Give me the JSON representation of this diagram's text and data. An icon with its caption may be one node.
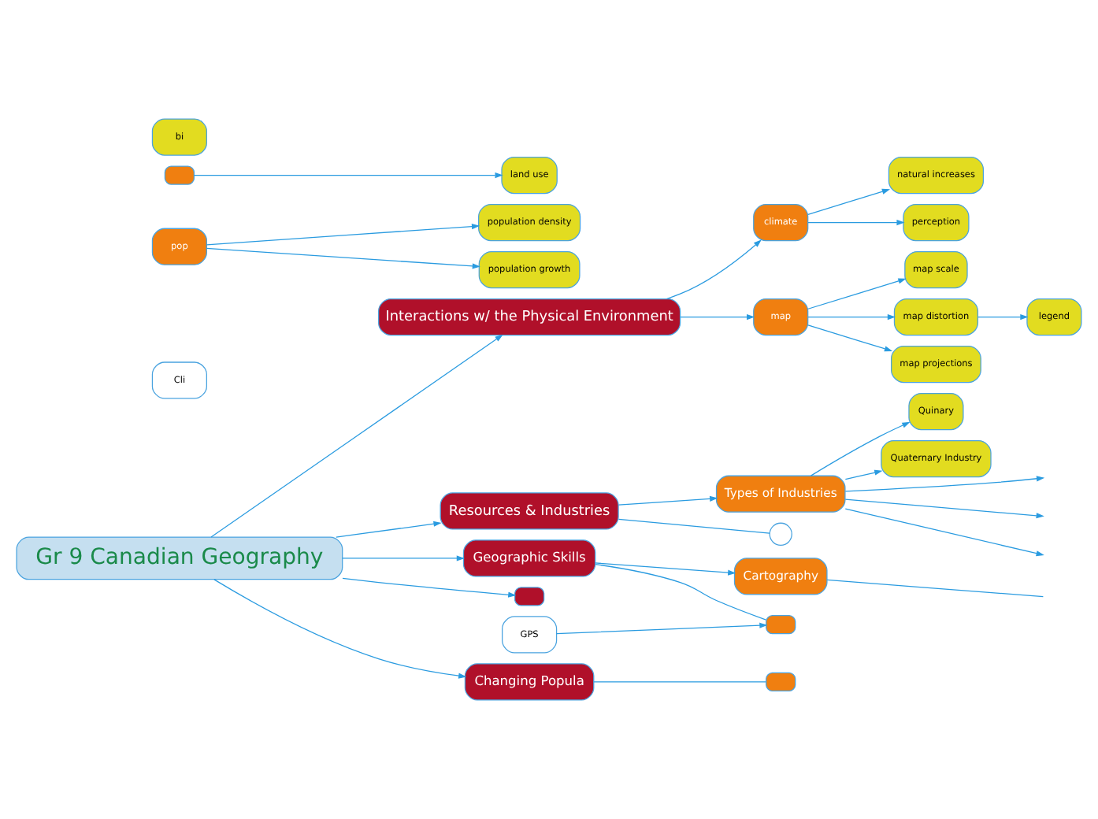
{
  "diagram": {
    "nodes": [
      {
        "text": [
          "Gr 9 Canadian Geography"
        ]
      },
      {
        "text": [
          "Interactions w/ the Physical Environment"
        ]
      },
      {
        "text": [
          "climate"
        ]
      },
      {
        "text": [
          "natural increases"
        ]
      },
      {
        "text": [
          "perception"
        ]
      },
      {
        "text": [
          "map"
        ]
      },
      {
        "text": [
          "map scale"
        ]
      },
      {
        "text": [
          "map distortion"
        ]
      },
      {
        "text": [
          "map projections"
        ]
      },
      {
        "text": [
          "legend"
        ]
      },
      {
        "text": [
          "Resources & Industries"
        ]
      },
      {
        "text": [
          "Types of Industries"
        ]
      },
      {
        "text": [
          "Quinary"
        ]
      },
      {
        "text": [
          "Quaternary Industry"
        ]
      },
      {
        "text": [
          "Geographic Skills"
        ]
      },
      {
        "text": [
          "Cartography"
        ]
      },
      {
        "text": [
          "GPS"
        ]
      },
      {
        "text": [],
        "shape": "box"
      },
      {
        "text": [
          "Cli"
        ]
      },
      {
        "text": [
          "population density"
        ]
      },
      {
        "text": [
          "pop"
        ]
      },
      {
        "text": [
          "population growth"
        ]
      },
      {
        "text": [],
        "shape": "box"
      },
      {
        "text": [
          "land use"
        ]
      },
      {
        "text": [],
        "shape": "box"
      },
      {
        "text": [
          "Changing Popula"
        ]
      },
      {
        "text": [],
        "shape": "box"
      },
      {
        "text": [
          "bi"
        ]
      },
      {
        "text": [],
        "shape": "circle"
      }
    ],
    "edges": [
      {
        "from": 0,
        "to": 1,
        "arrow": "to"
      },
      {
        "from": 1,
        "to": 2,
        "arrow": "to"
      },
      {
        "from": 2,
        "to": 3,
        "arrow": "to"
      },
      {
        "from": 2,
        "to": 4,
        "arrow": "to"
      },
      {
        "from": 1,
        "to": 5,
        "arrow": "to"
      },
      {
        "from": 5,
        "to": 6,
        "arrow": "to"
      },
      {
        "from": 5,
        "to": 7,
        "arrow": "to"
      },
      {
        "from": 5,
        "to": 8,
        "arrow": "to"
      },
      {
        "from": 7,
        "to": 9,
        "arrow": "to"
      },
      {
        "from": 0,
        "to": 10,
        "arrow": "to"
      },
      {
        "from": 10,
        "to": 28,
        "arrow": "none"
      },
      {
        "from": 10,
        "to": 11,
        "arrow": "to"
      },
      {
        "from": 11,
        "to": 12,
        "arrow": "to"
      },
      {
        "from": 11,
        "to": 13,
        "arrow": "to"
      },
      {
        "from": 11,
        "to": null,
        "arrow": "to"
      },
      {
        "from": 11,
        "to": null,
        "arrow": "to"
      },
      {
        "from": 11,
        "to": null,
        "arrow": "to"
      },
      {
        "from": 0,
        "to": 14,
        "arrow": "to"
      },
      {
        "from": 14,
        "to": 15,
        "arrow": "to"
      },
      {
        "from": 15,
        "to": null,
        "arrow": "none"
      },
      {
        "from": 14,
        "to": 17,
        "arrow": "none"
      },
      {
        "from": 16,
        "to": 17,
        "arrow": "to"
      },
      {
        "from": 20,
        "to": 19,
        "arrow": "to"
      },
      {
        "from": 20,
        "to": 21,
        "arrow": "to"
      },
      {
        "from": 0,
        "to": 22,
        "arrow": "to"
      },
      {
        "from": 24,
        "to": 23,
        "arrow": "to"
      },
      {
        "from": 0,
        "to": 25,
        "arrow": "to"
      },
      {
        "from": 25,
        "to": 26,
        "arrow": "none"
      }
    ]
  }
}
